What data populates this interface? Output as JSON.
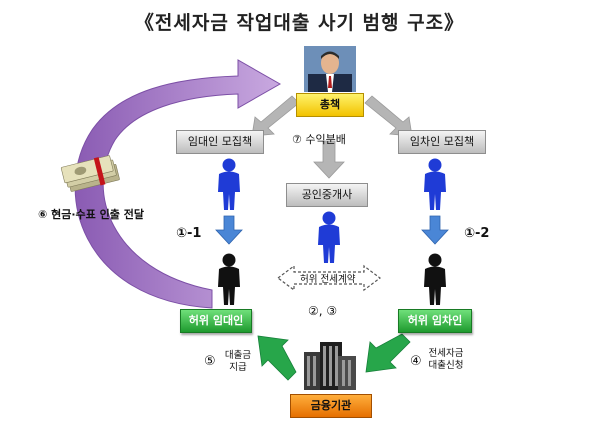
{
  "title": "《전세자금 작업대출 사기 범행 구조》",
  "nodes": {
    "boss": "총책",
    "landlord_recruiter": "임대인 모집책",
    "tenant_recruiter": "임차인 모집책",
    "realtor": "공인중개사",
    "fake_landlord": "허위 임대인",
    "fake_tenant": "허위 임차인",
    "bank": "금융기관"
  },
  "labels": {
    "profit_split": "⑦ 수익분배",
    "cash_check_withdraw": "⑥ 현금·수표 인출 전달",
    "step_1_1": "①-1",
    "step_1_2": "①-2",
    "false_contract": "허위 전세계약",
    "steps_2_3": "②, ③",
    "loan_payment_line1": "대출금",
    "loan_payment_line2": "지급",
    "loan_payment_num": "⑤",
    "loan_application_line1": "전세자금",
    "loan_application_line2": "대출신청",
    "loan_application_num": "④"
  },
  "colors": {
    "purple_arrow": "#a77cc7",
    "blue_arrow": "#4a86d6",
    "green_arrow": "#27a64a",
    "gray_arrow": "#b5b5b5",
    "blue_figure": "#1f3bd6",
    "black_figure": "#111111"
  },
  "icons": [
    "businessman-photo",
    "money-bundle-icon",
    "bank-building-icon",
    "person-figure-icon"
  ]
}
